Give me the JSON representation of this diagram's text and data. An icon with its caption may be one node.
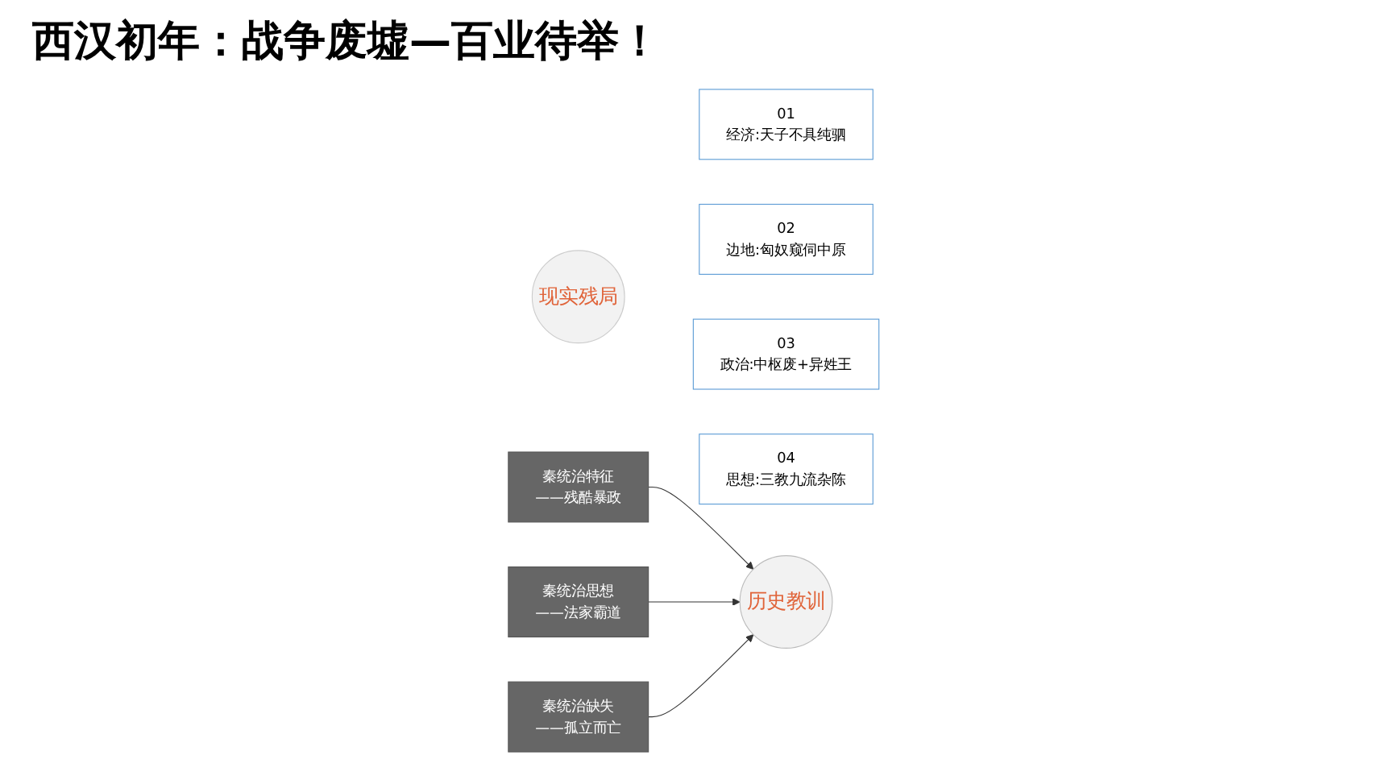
{
  "diagram": {
    "title": "西汉初年：战争废墟—百业待举！",
    "nodes": [
      {
        "text": [
          "现实残局"
        ]
      },
      {
        "text": [
          "01",
          "经济:天子不具纯驷"
        ]
      },
      {
        "text": [
          "02",
          "边地:匈奴窥伺中原"
        ]
      },
      {
        "text": [
          "03",
          "政治:中枢废+异姓王"
        ]
      },
      {
        "text": [
          "04",
          "思想:三教九流杂陈"
        ]
      },
      {
        "text": [
          "秦统治特征",
          "——残酷暴政"
        ]
      },
      {
        "text": [
          "秦统治思想",
          "——法家霸道"
        ]
      },
      {
        "text": [
          "秦统治缺失",
          "——孤立而亡"
        ]
      },
      {
        "text": [
          "历史教训"
        ]
      }
    ],
    "edges": [
      {
        "from": 5,
        "to": 8,
        "arrow": "to"
      },
      {
        "from": 6,
        "to": 8,
        "arrow": "to"
      },
      {
        "from": 7,
        "to": 8,
        "arrow": "to"
      }
    ]
  }
}
